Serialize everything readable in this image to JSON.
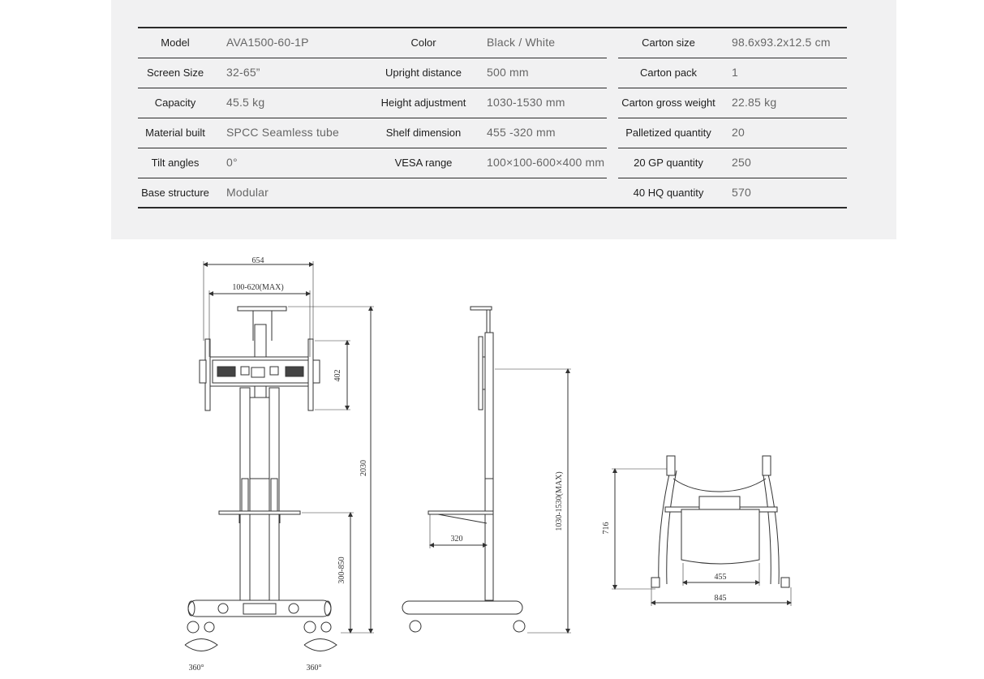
{
  "specs": {
    "col1": [
      {
        "label": "Model",
        "value": "AVA1500-60-1P"
      },
      {
        "label": "Screen Size",
        "value": "32-65”"
      },
      {
        "label": "Capacity",
        "value": "45.5 kg"
      },
      {
        "label": "Material built",
        "value": "SPCC Seamless tube"
      },
      {
        "label": "Tilt angles",
        "value": "0°"
      },
      {
        "label": "Base structure",
        "value": "Modular"
      }
    ],
    "col2": [
      {
        "label": "Color",
        "value": "Black / White"
      },
      {
        "label": "Upright distance",
        "value": "500 mm"
      },
      {
        "label": "Height adjustment",
        "value": "1030-1530 mm"
      },
      {
        "label": "Shelf dimension",
        "value": "455 -320 mm"
      },
      {
        "label": "VESA range",
        "value": "100×100-600×400 mm"
      }
    ],
    "col3": [
      {
        "label": "Carton size",
        "value": "98.6x93.2x12.5 cm"
      },
      {
        "label": "Carton pack",
        "value": "1"
      },
      {
        "label": "Carton gross weight",
        "value": "22.85 kg"
      },
      {
        "label": "Palletized quantity",
        "value": "20"
      },
      {
        "label": "20 GP quantity",
        "value": "250"
      },
      {
        "label": "40 HQ quantity",
        "value": "570"
      }
    ]
  },
  "drawing": {
    "front": {
      "width": "654",
      "vesa_width": "100-620(MAX)",
      "vesa_height": "402",
      "total_height": "2030",
      "shelf_height": "300-850",
      "rot_left": "360°",
      "rot_right": "360°"
    },
    "side": {
      "height_range": "1030-1530(MAX)",
      "shelf_depth": "320"
    },
    "top": {
      "depth": "716",
      "shelf_width": "455",
      "base_width": "845"
    }
  }
}
